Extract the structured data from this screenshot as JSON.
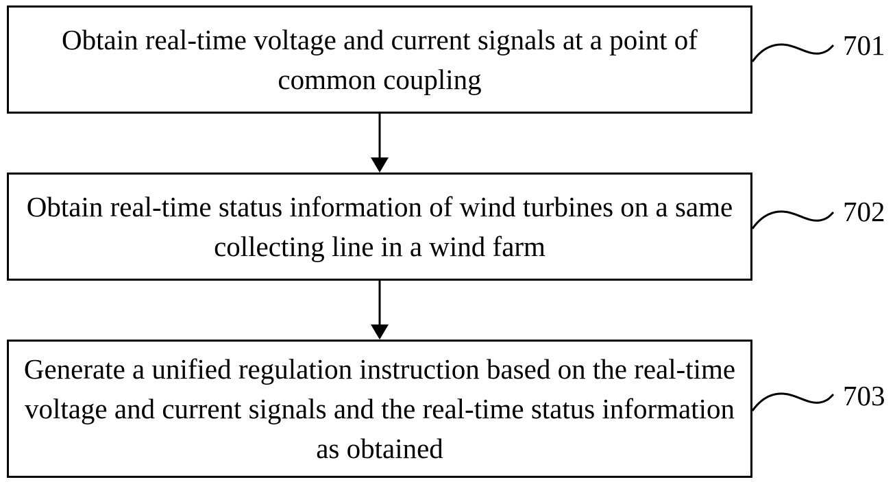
{
  "steps": [
    {
      "id": "701",
      "label": "701",
      "text": "Obtain real-time voltage and current signals at a point of common coupling"
    },
    {
      "id": "702",
      "label": "702",
      "text": "Obtain real-time status information of wind turbines on a same collecting line in a wind farm"
    },
    {
      "id": "703",
      "label": "703",
      "text": "Generate a unified regulation instruction based on the real-time voltage and current signals and the real-time status information as obtained"
    }
  ]
}
